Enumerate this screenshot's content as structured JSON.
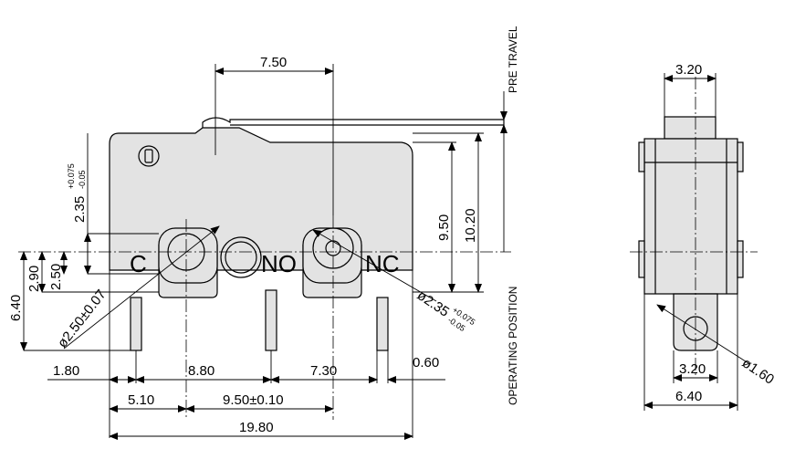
{
  "terminals": {
    "common": "C",
    "normally_open": "NO",
    "normally_closed": "NC"
  },
  "side_labels": {
    "pre_travel": "PRE TRAVEL",
    "operating_position": "OPERATING POSITION"
  },
  "front_view": {
    "lever_offset": "7.50",
    "height_total": "10.20",
    "height_pivot": "9.50",
    "top_to_mount": "2.35",
    "top_to_mount_tol_plus": "+0.075",
    "top_to_mount_tol_minus": "-0.05",
    "hole_c_dia": "ø2.50±0.07",
    "hole_nc_dia": "ø2.35",
    "hole_nc_tol_plus": "+0.075",
    "hole_nc_tol_minus": "-0.05",
    "dim_2_90": "2.90",
    "dim_2_50": "2.50",
    "dim_6_40": "6.40",
    "dim_1_80": "1.80",
    "dim_8_80": "8.80",
    "dim_7_30": "7.30",
    "dim_0_60": "0.60",
    "dim_5_10": "5.10",
    "dim_9_50_tol": "9.50±0.10",
    "dim_overall_length": "19.80"
  },
  "side_view": {
    "top_width": "3.20",
    "bottom_width": "3.20",
    "overall_width": "6.40",
    "hole_dia": "ø1.60"
  },
  "colors": {
    "body_fill": "#e3e3e3",
    "line": "#000000",
    "background": "#ffffff"
  }
}
